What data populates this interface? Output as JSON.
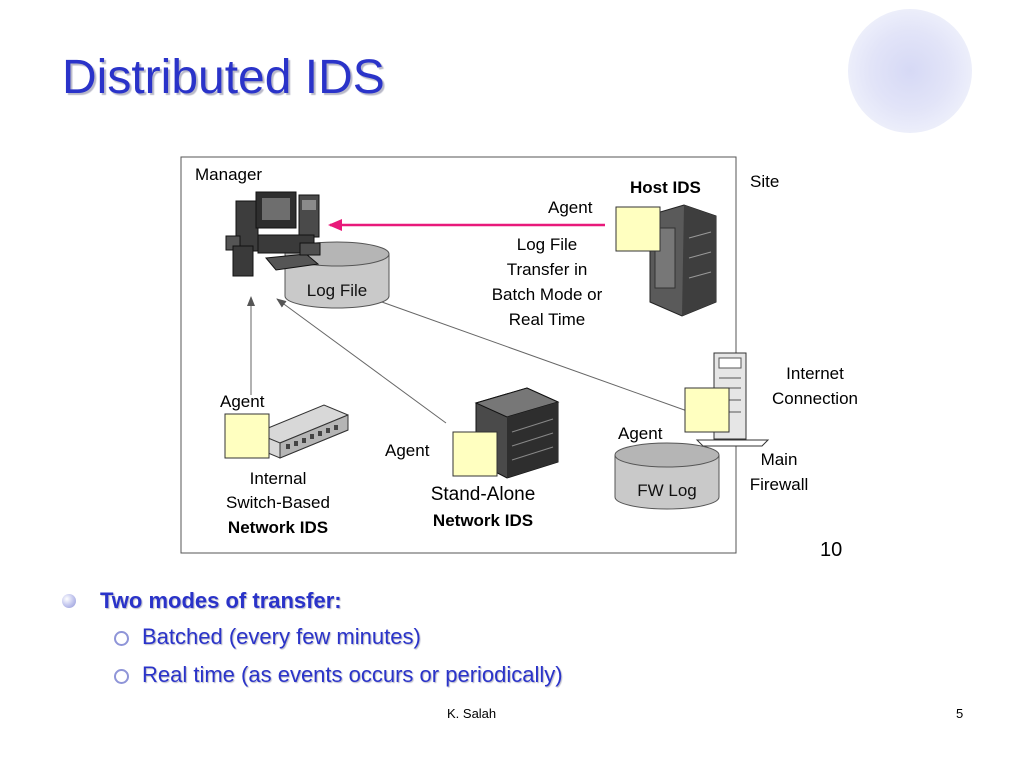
{
  "slide": {
    "title": "Distributed IDS",
    "footer_author": "K. Salah",
    "page_number": "5"
  },
  "diagram": {
    "manager_label": "Manager",
    "host_ids_label": "Host IDS",
    "site_label": "Site",
    "agent_host": "Agent",
    "log_transfer_line1": "Log File",
    "log_transfer_line2": "Transfer in",
    "log_transfer_line3": "Batch Mode or",
    "log_transfer_line4": "Real Time",
    "log_file_label": "Log File",
    "internet_line1": "Internet",
    "internet_line2": "Connection",
    "agent_switch": "Agent",
    "switch_line1": "Internal",
    "switch_line2": "Switch-Based",
    "switch_line3": "Network IDS",
    "agent_standalone": "Agent",
    "standalone_line1": "Stand-Alone",
    "standalone_line2": "Network IDS",
    "agent_fw": "Agent",
    "fw_log_label": "FW Log",
    "firewall_line1": "Main",
    "firewall_line2": "Firewall",
    "figure_number": "10"
  },
  "bullets": {
    "main": "Two modes of transfer:",
    "sub": [
      "Batched (every few minutes)",
      "Real time (as events occurs or periodically)"
    ]
  },
  "colors": {
    "title": "#2a33c9",
    "arrow_pink": "#e8197a",
    "agent_box": "#ffffc0"
  }
}
